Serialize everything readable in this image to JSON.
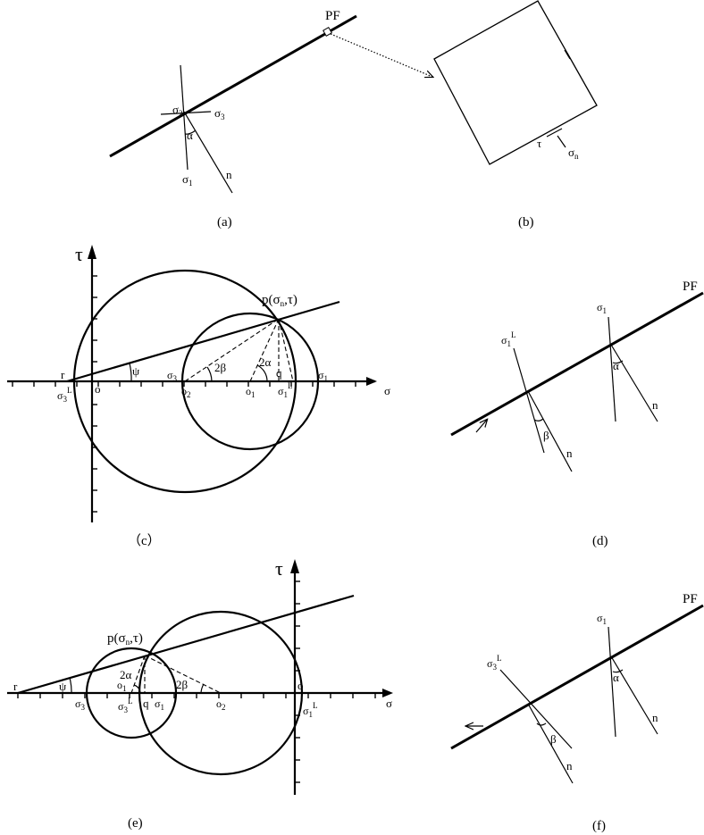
{
  "panels": {
    "a": {
      "caption": "(a)",
      "pf": "PF",
      "sigma1": "σ",
      "sigma1_sub": "1",
      "sigma2": "σ",
      "sigma2_sub": "2",
      "sigma3": "σ",
      "sigma3_sub": "3",
      "alpha": "α",
      "n": "n"
    },
    "b": {
      "caption": "(b)",
      "tau": "τ",
      "sigma_n": "σ",
      "sigma_n_sub": "n"
    },
    "c": {
      "caption": "（c）",
      "tau_axis": "τ",
      "sigma_axis": "σ",
      "point": "p(σ",
      "point_sub": "n",
      "point_tail": ",τ)",
      "r": "r",
      "psi": "ψ",
      "o": "o",
      "o1": "o",
      "o1_sub": "1",
      "o2": "o",
      "o2_sub": "2",
      "sigma3L": "σ",
      "sigma3L_sub": "3",
      "sigma3L_sup": "L",
      "sigma1L": "σ",
      "sigma1L_sub": "1",
      "sigma1L_sup": "L",
      "sigma3": "σ",
      "sigma3_sub": "3",
      "sigma1": "σ",
      "sigma1_sub": "1",
      "q": "q",
      "two_beta": "2β",
      "two_alpha": "2α"
    },
    "d": {
      "caption": "(d)",
      "pf": "PF",
      "sigma1": "σ",
      "sigma1_sub": "1",
      "sigma1L": "σ",
      "sigma1L_sub": "1",
      "sigma1L_sup": "L",
      "alpha": "α",
      "beta": "β",
      "n1": "n",
      "n2": "n"
    },
    "e": {
      "caption": "(e)",
      "tau_axis": "τ",
      "sigma_axis": "σ",
      "point": "p(σ",
      "point_sub": "n",
      "point_tail": ",τ)",
      "r": "r",
      "psi": "ψ",
      "two_alpha": "2α",
      "two_beta": "2β",
      "o": "o",
      "o1": "o",
      "o1_sub": "1",
      "o2": "o",
      "o2_sub": "2",
      "sigma3": "σ",
      "sigma3_sub": "3",
      "sigma3L": "σ",
      "sigma3L_sub": "3",
      "sigma3L_sup": "L",
      "sigma1": "σ",
      "sigma1_sub": "1",
      "sigma1L": "σ",
      "sigma1L_sub": "1",
      "sigma1L_sup": "L",
      "q": "q"
    },
    "f": {
      "caption": "(f)",
      "pf": "PF",
      "sigma1": "σ",
      "sigma1_sub": "1",
      "sigma3L": "σ",
      "sigma3L_sub": "3",
      "sigma3L_sup": "L",
      "alpha": "α",
      "beta": "β",
      "n1": "n",
      "n2": "n"
    }
  }
}
